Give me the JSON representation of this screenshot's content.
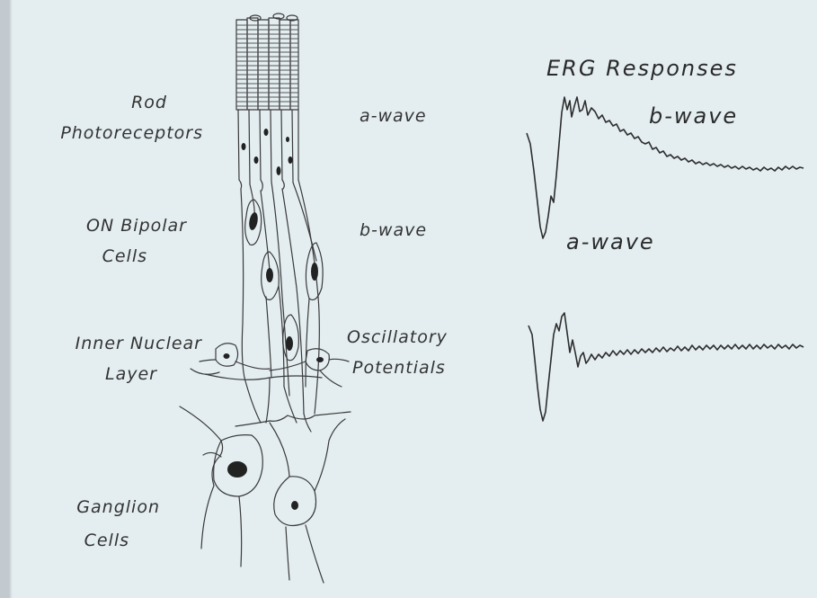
{
  "labels": {
    "rod_photoreceptors": [
      "Rod",
      "Photoreceptors"
    ],
    "on_bipolar": [
      "ON Bipolar",
      "Cells"
    ],
    "inner_nuclear": [
      "Inner Nuclear",
      "Layer"
    ],
    "ganglion": [
      "Ganglion",
      "Cells"
    ],
    "a_wave_mid": "a-wave",
    "b_wave_mid": "b-wave",
    "oscillatory": [
      "Oscillatory",
      "Potentials"
    ],
    "erg_title": "ERG Responses",
    "trace_b_wave": "b-wave",
    "trace_a_wave": "a-wave"
  }
}
